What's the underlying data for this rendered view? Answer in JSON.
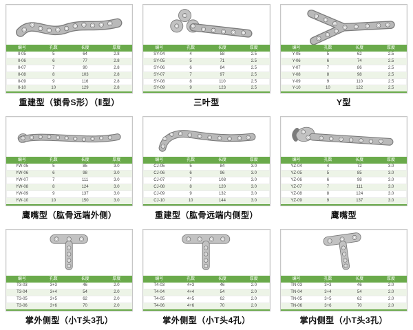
{
  "page": {
    "background": "#ffffff",
    "accent_green": "#6aaa4b",
    "border_gray": "#c6c6c6"
  },
  "cards": [
    {
      "caption": "重建型（锁骨S形）（Ⅱ型）",
      "plate": "s-shaped-clavicle-plate",
      "table": {
        "headers": [
          "编号",
          "孔数",
          "长度",
          "厚度"
        ],
        "rows": [
          [
            "Ⅱ-05",
            "5",
            "64",
            "2.8"
          ],
          [
            "Ⅱ-06",
            "6",
            "77",
            "2.8"
          ],
          [
            "Ⅱ-07",
            "7",
            "90",
            "2.8"
          ],
          [
            "Ⅱ-08",
            "8",
            "103",
            "2.8"
          ],
          [
            "Ⅱ-09",
            "9",
            "116",
            "2.8"
          ],
          [
            "Ⅱ-10",
            "10",
            "129",
            "2.8"
          ]
        ]
      }
    },
    {
      "caption": "三叶型",
      "plate": "cloverleaf-plate",
      "table": {
        "headers": [
          "编号",
          "孔数",
          "长度",
          "厚度"
        ],
        "rows": [
          [
            "SY-04",
            "4",
            "58",
            "2.5"
          ],
          [
            "SY-05",
            "5",
            "71",
            "2.5"
          ],
          [
            "SY-06",
            "6",
            "84",
            "2.5"
          ],
          [
            "SY-07",
            "7",
            "97",
            "2.5"
          ],
          [
            "SY-08",
            "8",
            "110",
            "2.5"
          ],
          [
            "SY-09",
            "9",
            "123",
            "2.5"
          ]
        ]
      }
    },
    {
      "caption": "Y型",
      "plate": "y-shaped-plate",
      "table": {
        "headers": [
          "编号",
          "孔数",
          "长度",
          "厚度"
        ],
        "rows": [
          [
            "Y-05",
            "5",
            "62",
            "2.5"
          ],
          [
            "Y-06",
            "6",
            "74",
            "2.5"
          ],
          [
            "Y-07",
            "7",
            "86",
            "2.5"
          ],
          [
            "Y-08",
            "8",
            "98",
            "2.5"
          ],
          [
            "Y-09",
            "9",
            "110",
            "2.5"
          ],
          [
            "Y-10",
            "10",
            "122",
            "2.5"
          ]
        ]
      }
    },
    {
      "caption": "鹰嘴型（肱骨远端外侧）",
      "plate": "olecranon-lateral-plate",
      "table": {
        "headers": [
          "编号",
          "孔数",
          "长度",
          "厚度"
        ],
        "rows": [
          [
            "YW-05",
            "5",
            "85",
            "3.0"
          ],
          [
            "YW-06",
            "6",
            "98",
            "3.0"
          ],
          [
            "YW-07",
            "7",
            "111",
            "3.0"
          ],
          [
            "YW-08",
            "8",
            "124",
            "3.0"
          ],
          [
            "YW-09",
            "9",
            "137",
            "3.0"
          ],
          [
            "YW-10",
            "10",
            "150",
            "3.0"
          ]
        ]
      }
    },
    {
      "caption": "重建型（肱骨远端内侧型）",
      "plate": "reconstruction-medial-plate",
      "table": {
        "headers": [
          "编号",
          "孔数",
          "长度",
          "厚度"
        ],
        "rows": [
          [
            "CJ-05",
            "5",
            "84",
            "3.0"
          ],
          [
            "CJ-06",
            "6",
            "96",
            "3.0"
          ],
          [
            "CJ-07",
            "7",
            "108",
            "3.0"
          ],
          [
            "CJ-08",
            "8",
            "120",
            "3.0"
          ],
          [
            "CJ-09",
            "9",
            "132",
            "3.0"
          ],
          [
            "CJ-10",
            "10",
            "144",
            "3.0"
          ]
        ]
      }
    },
    {
      "caption": "鹰嘴型",
      "plate": "olecranon-plate",
      "table": {
        "headers": [
          "编号",
          "孔数",
          "长度",
          "厚度"
        ],
        "rows": [
          [
            "YZ-04",
            "4",
            "72",
            "3.0"
          ],
          [
            "YZ-05",
            "5",
            "85",
            "3.0"
          ],
          [
            "YZ-06",
            "6",
            "98",
            "3.0"
          ],
          [
            "YZ-07",
            "7",
            "111",
            "3.0"
          ],
          [
            "YZ-08",
            "8",
            "124",
            "3.0"
          ],
          [
            "YZ-09",
            "9",
            "137",
            "3.0"
          ]
        ]
      }
    },
    {
      "caption": "掌外侧型（小T头3孔）",
      "plate": "palmar-lateral-t-plate-3hole",
      "table": {
        "headers": [
          "编号",
          "孔数",
          "长度",
          "厚度"
        ],
        "rows": [
          [
            "T3-03",
            "3+3",
            "46",
            "2.0"
          ],
          [
            "T3-04",
            "3+4",
            "54",
            "2.0"
          ],
          [
            "T3-05",
            "3+5",
            "62",
            "2.0"
          ],
          [
            "T3-06",
            "3+6",
            "70",
            "2.0"
          ]
        ]
      }
    },
    {
      "caption": "掌外侧型（小T头4孔）",
      "plate": "palmar-lateral-t-plate-4hole",
      "table": {
        "headers": [
          "编号",
          "孔数",
          "长度",
          "厚度"
        ],
        "rows": [
          [
            "T4-03",
            "4+3",
            "46",
            "2.0"
          ],
          [
            "T4-04",
            "4+4",
            "54",
            "2.0"
          ],
          [
            "T4-05",
            "4+5",
            "62",
            "2.0"
          ],
          [
            "T4-06",
            "4+6",
            "70",
            "2.0"
          ]
        ]
      }
    },
    {
      "caption": "掌内侧型（小T头3孔）",
      "plate": "palmar-medial-t-plate-3hole",
      "table": {
        "headers": [
          "编号",
          "孔数",
          "长度",
          "厚度"
        ],
        "rows": [
          [
            "TN-03",
            "3+3",
            "46",
            "2.0"
          ],
          [
            "TN-04",
            "3+4",
            "54",
            "2.0"
          ],
          [
            "TN-05",
            "3+5",
            "62",
            "2.0"
          ],
          [
            "TN-06",
            "3+6",
            "70",
            "2.0"
          ]
        ]
      }
    }
  ]
}
